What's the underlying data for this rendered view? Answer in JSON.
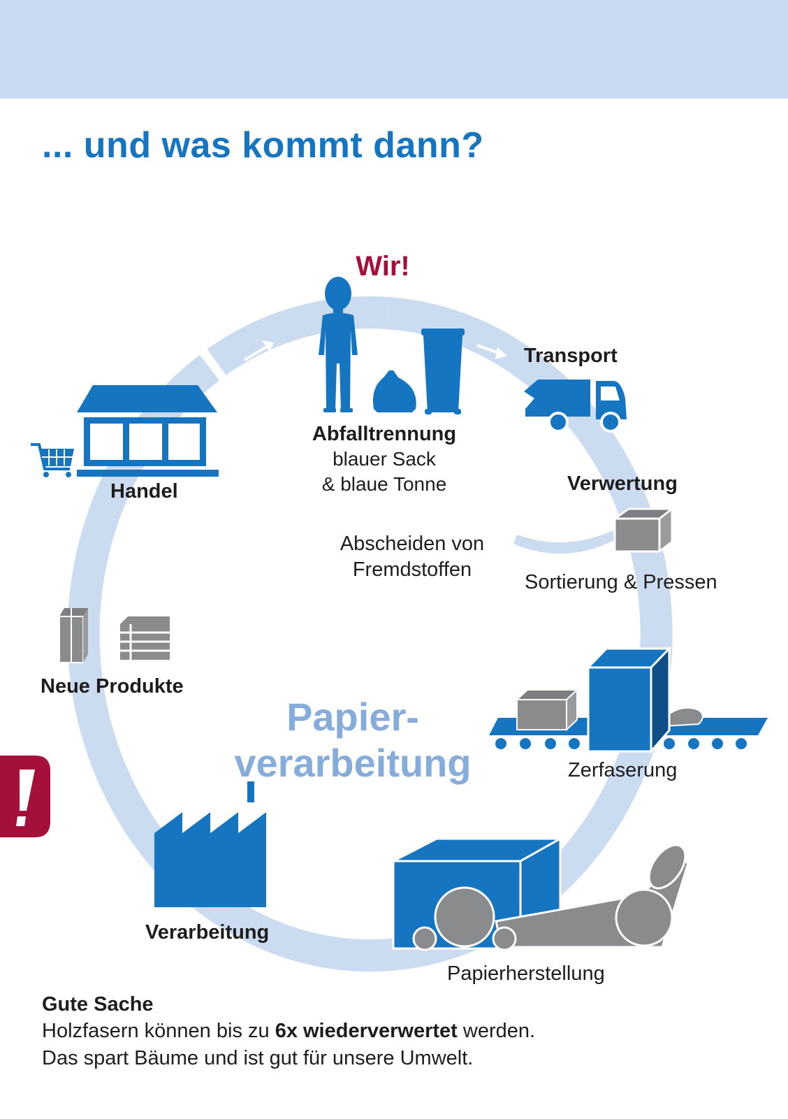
{
  "header": {
    "title": "... und was kommt dann?"
  },
  "diagram": {
    "center_title": [
      "Papier-",
      "verarbeitung"
    ],
    "stages": {
      "wir": "Wir!",
      "abfalltrennung": {
        "title": "Abfalltrennung",
        "lines": [
          "blauer Sack",
          "& blaue Tonne"
        ]
      },
      "transport": "Transport",
      "verwertung": "Verwertung",
      "abscheiden": [
        "Abscheiden von",
        "Fremdstoffen"
      ],
      "sortierung": "Sortierung & Pressen",
      "zerfaserung": "Zerfaserung",
      "papierherstellung": "Papierherstellung",
      "verarbeitung": "Verarbeitung",
      "neue_produkte": "Neue Produkte",
      "handel": "Handel"
    },
    "icons": [
      "person-icon",
      "garbage-bag-icon",
      "waste-bin-icon",
      "truck-icon",
      "bale-icon",
      "conveyor-machine-icon",
      "paper-machine-icon",
      "factory-icon",
      "products-icon",
      "store-icon",
      "shopping-cart-icon",
      "exclamation-badge-icon"
    ],
    "colors": {
      "accent_blue": "#1675c0",
      "light_blue": "#c8daf0",
      "ring_blue": "#cbdcf1",
      "title_light_blue": "#86acdb",
      "red": "#a5103a",
      "gray": "#8a8b8d"
    }
  },
  "info": {
    "heading": "Gute Sache",
    "line1_before": "Holzfasern können bis zu ",
    "line1_bold": "6x wiederverwertet",
    "line1_after": " werden.",
    "line2": "Das spart Bäume und ist gut für unsere Umwelt."
  }
}
